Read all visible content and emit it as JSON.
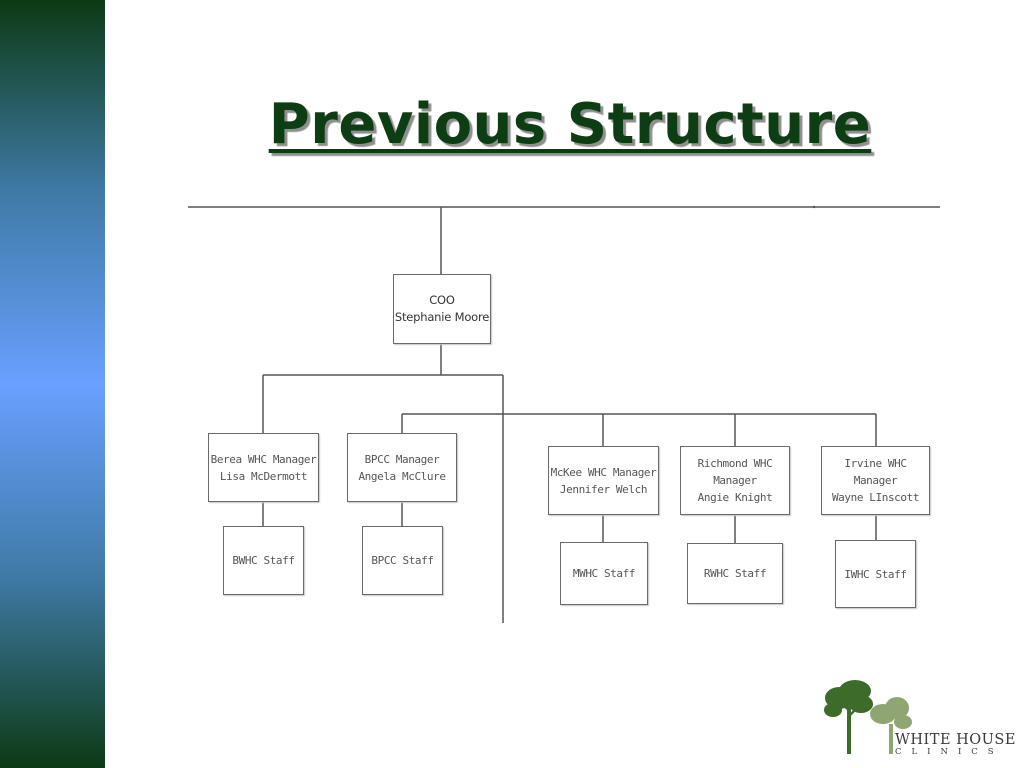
{
  "slide": {
    "title": "Previous Structure"
  },
  "org_chart": {
    "coo": {
      "role": "COO",
      "name": "Stephanie Moore"
    },
    "managers": [
      {
        "id": "berea",
        "line1": "Berea WHC Manager",
        "line2": "Lisa McDermott",
        "staff": "BWHC Staff"
      },
      {
        "id": "bpcc",
        "line1": "BPCC Manager",
        "line2": "Angela McClure",
        "staff": "BPCC Staff"
      },
      {
        "id": "mckee",
        "line1": "McKee WHC Manager",
        "line2": "Jennifer Welch",
        "staff": "MWHC Staff"
      },
      {
        "id": "richmond",
        "line1": "Richmond WHC\nManager",
        "line2": "Angie Knight",
        "staff": "RWHC Staff"
      },
      {
        "id": "irvine",
        "line1": "Irvine WHC\nManager",
        "line2": "Wayne LInscott",
        "staff": "IWHC Staff"
      }
    ]
  },
  "logo": {
    "main": "WHITE HOUSE",
    "sub": "CLINICS",
    "colors": {
      "dark_tree": "#3d6b2a",
      "light_tree": "#8fa572"
    }
  },
  "colors": {
    "title": "#0d3d12",
    "connector": "#555555",
    "box_border": "#6a6a6a"
  }
}
